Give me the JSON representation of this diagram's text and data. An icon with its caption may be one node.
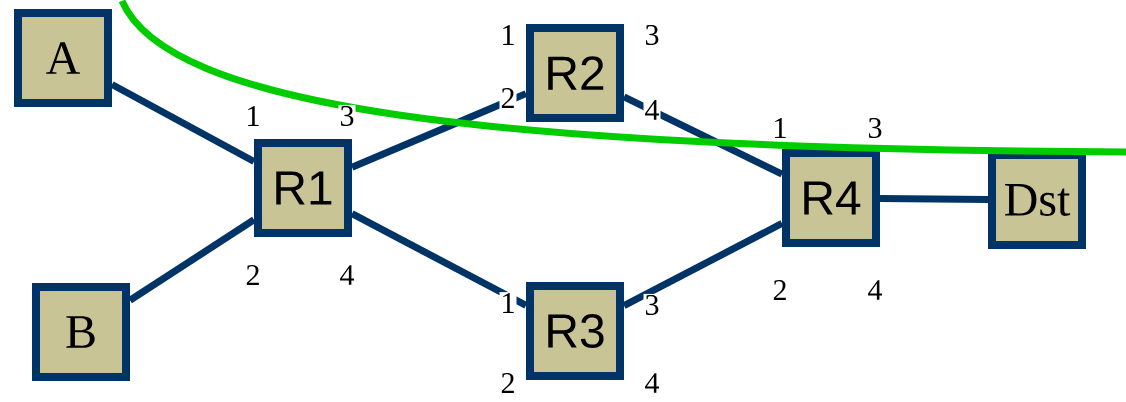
{
  "diagram": {
    "nodes": [
      {
        "text": [
          "A"
        ]
      },
      {
        "text": [
          "R1"
        ],
        "beside": [
          "1",
          "3",
          "2",
          "4"
        ]
      },
      {
        "text": [
          "B"
        ]
      },
      {
        "text": [
          "R2"
        ],
        "beside": [
          "1",
          "3",
          "2",
          "4"
        ]
      },
      {
        "text": [
          "R3"
        ],
        "beside": [
          "1",
          "3",
          "2",
          "4"
        ]
      },
      {
        "text": [
          "R4"
        ],
        "beside": [
          "1",
          "3",
          "2",
          "4"
        ]
      },
      {
        "text": [
          "Dst"
        ]
      }
    ],
    "edges": [
      {
        "from": 0,
        "to": 1,
        "arrow": "none"
      },
      {
        "from": 2,
        "to": 1,
        "arrow": "none"
      },
      {
        "from": 1,
        "to": 3,
        "arrow": "none"
      },
      {
        "from": 1,
        "to": 4,
        "arrow": "none"
      },
      {
        "from": 3,
        "to": 5,
        "arrow": "none"
      },
      {
        "from": 4,
        "to": 5,
        "arrow": "none"
      },
      {
        "from": 5,
        "to": 6,
        "arrow": "none"
      },
      {
        "from": 0,
        "to": null,
        "arrow": "none",
        "color": "#00cc00"
      }
    ]
  }
}
